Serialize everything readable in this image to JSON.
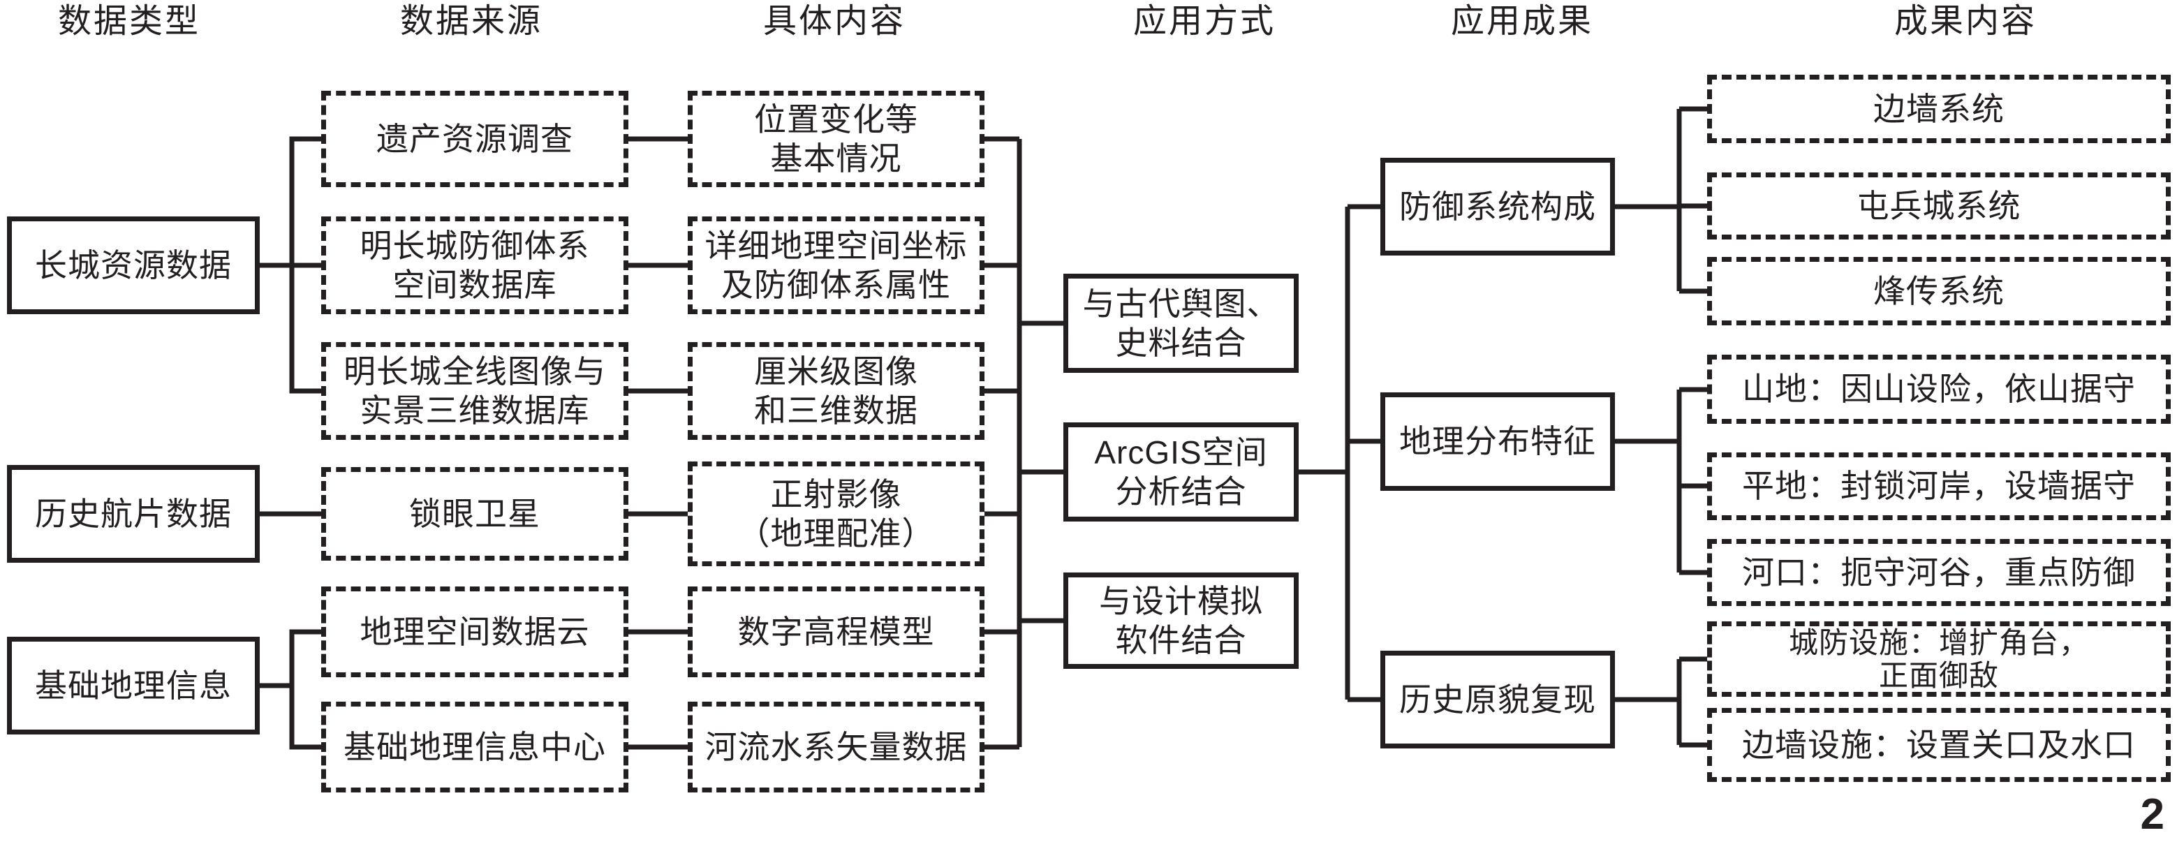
{
  "page": {
    "number": "2"
  },
  "colors": {
    "ink": "#231f20",
    "background": "#ffffff"
  },
  "headers": [
    {
      "label": "数据类型"
    },
    {
      "label": "数据来源"
    },
    {
      "label": "具体内容"
    },
    {
      "label": "应用方式"
    },
    {
      "label": "应用成果"
    },
    {
      "label": "成果内容"
    }
  ],
  "boxes": {
    "data_type": [
      {
        "label": "长城资源数据"
      },
      {
        "label": "历史航片数据"
      },
      {
        "label": "基础地理信息"
      }
    ],
    "data_source": [
      {
        "label": "遗产资源调查"
      },
      {
        "label": "明长城防御体系\n空间数据库"
      },
      {
        "label": "明长城全线图像与\n实景三维数据库"
      },
      {
        "label": "锁眼卫星"
      },
      {
        "label": "地理空间数据云"
      },
      {
        "label": "基础地理信息中心"
      }
    ],
    "content": [
      {
        "label": "位置变化等\n基本情况"
      },
      {
        "label": "详细地理空间坐标\n及防御体系属性"
      },
      {
        "label": "厘米级图像\n和三维数据"
      },
      {
        "label": "正射影像\n（地理配准）"
      },
      {
        "label": "数字高程模型"
      },
      {
        "label": "河流水系矢量数据"
      }
    ],
    "application_method": [
      {
        "label": "与古代舆图、\n史料结合"
      },
      {
        "label": "ArcGIS空间\n分析结合"
      },
      {
        "label": "与设计模拟\n软件结合"
      }
    ],
    "application_result": [
      {
        "label": "防御系统构成"
      },
      {
        "label": "地理分布特征"
      },
      {
        "label": "历史原貌复现"
      }
    ],
    "result_content": [
      {
        "label": "边墙系统"
      },
      {
        "label": "屯兵城系统"
      },
      {
        "label": "烽传系统"
      },
      {
        "label": "山地：因山设险，依山据守"
      },
      {
        "label": "平地：封锁河岸，设墙据守"
      },
      {
        "label": "河口：扼守河谷，重点防御"
      },
      {
        "label": "城防设施：增扩角台，\n正面御敌"
      },
      {
        "label": "边墙设施：设置关口及水口"
      }
    ]
  }
}
